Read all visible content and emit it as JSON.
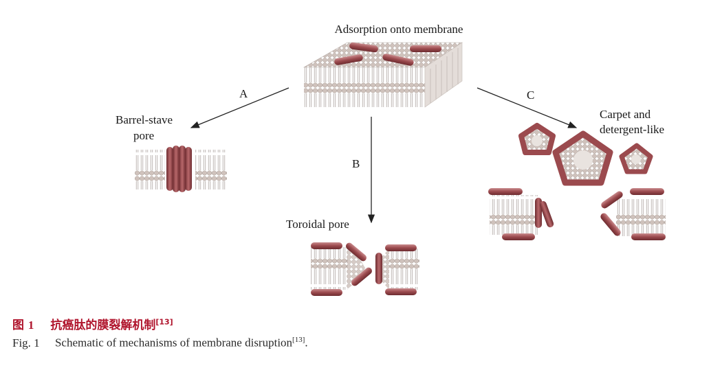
{
  "labels": {
    "top": "Adsorption onto membrane",
    "arrow_a": "A",
    "arrow_b": "B",
    "arrow_c": "C",
    "barrel_line1": "Barrel-stave",
    "barrel_line2": "pore",
    "toroidal": "Toroidal pore",
    "carpet_line1": "Carpet and",
    "carpet_line2": "detergent-like"
  },
  "caption": {
    "cn_prefix": "图",
    "cn_number": "1",
    "cn_text": "抗癌肽的膜裂解机制",
    "cn_ref": "[13]",
    "en_prefix": "Fig. 1",
    "en_text": "Schematic of mechanisms of membrane disruption",
    "en_ref": "[13]",
    "en_end": "."
  },
  "colors": {
    "peptide": "#9b4a4e",
    "lipid_head": "#cfc2bc",
    "lipid_tail": "#bdb6b2",
    "caption_cn": "#b0152d",
    "arrow": "#222222"
  }
}
